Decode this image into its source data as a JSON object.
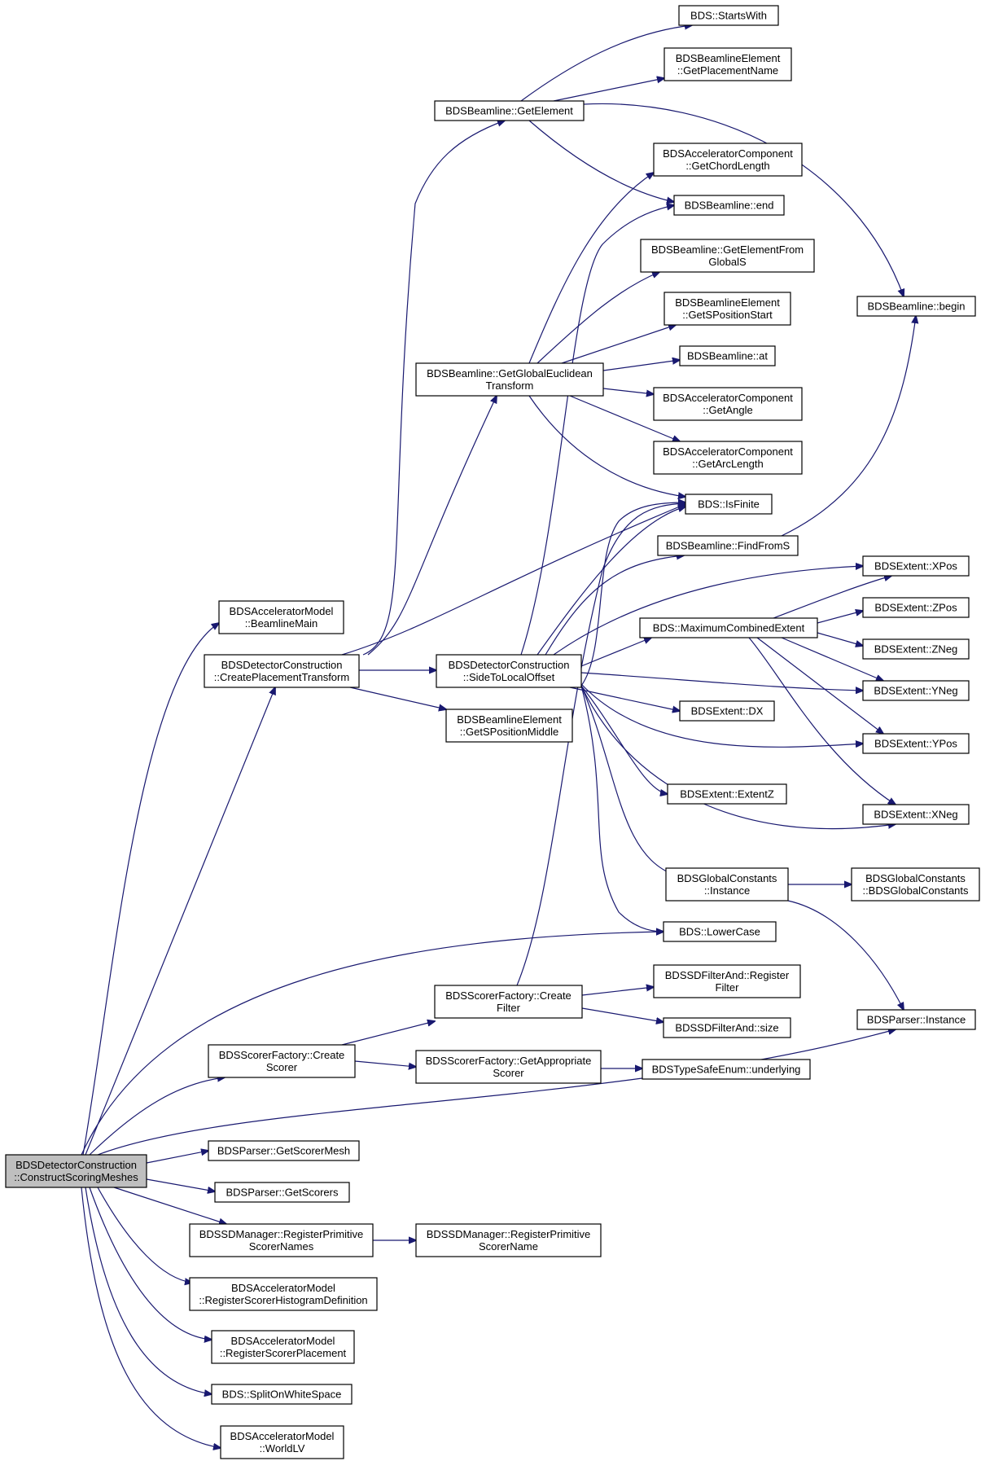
{
  "graph": {
    "colors": {
      "edge": "#191970",
      "node_border": "#000000",
      "root_fill": "#bfbfbf",
      "node_fill": "#ffffff"
    },
    "nodes": [
      {
        "id": "root",
        "lines": [
          "BDSDetectorConstruction",
          "::ConstructScoringMeshes"
        ],
        "root": true
      },
      {
        "id": "beamlineMain",
        "lines": [
          "BDSAcceleratorModel",
          "::BeamlineMain"
        ]
      },
      {
        "id": "createPlacement",
        "lines": [
          "BDSDetectorConstruction",
          "::CreatePlacementTransform"
        ]
      },
      {
        "id": "lowerCase",
        "lines": [
          "BDS::LowerCase"
        ]
      },
      {
        "id": "createScorer",
        "lines": [
          "BDSScorerFactory::Create",
          "Scorer"
        ]
      },
      {
        "id": "parserInstance",
        "lines": [
          "BDSParser::Instance"
        ]
      },
      {
        "id": "getScorerMesh",
        "lines": [
          "BDSParser::GetScorerMesh"
        ]
      },
      {
        "id": "getScorers",
        "lines": [
          "BDSParser::GetScorers"
        ]
      },
      {
        "id": "regPrimNames",
        "lines": [
          "BDSSDManager::RegisterPrimitive",
          "ScorerNames"
        ]
      },
      {
        "id": "regHistDef",
        "lines": [
          "BDSAcceleratorModel",
          "::RegisterScorerHistogramDefinition"
        ]
      },
      {
        "id": "regPlacement",
        "lines": [
          "BDSAcceleratorModel",
          "::RegisterScorerPlacement"
        ]
      },
      {
        "id": "splitWS",
        "lines": [
          "BDS::SplitOnWhiteSpace"
        ]
      },
      {
        "id": "worldLV",
        "lines": [
          "BDSAcceleratorModel",
          "::WorldLV"
        ]
      },
      {
        "id": "getElement",
        "lines": [
          "BDSBeamline::GetElement"
        ]
      },
      {
        "id": "getGlobalEuc",
        "lines": [
          "BDSBeamline::GetGlobalEuclidean",
          "Transform"
        ]
      },
      {
        "id": "isFinite",
        "lines": [
          "BDS::IsFinite"
        ]
      },
      {
        "id": "sideToLocal",
        "lines": [
          "BDSDetectorConstruction",
          "::SideToLocalOffset"
        ]
      },
      {
        "id": "getSPosMid",
        "lines": [
          "BDSBeamlineElement",
          "::GetSPositionMiddle"
        ]
      },
      {
        "id": "startsWith",
        "lines": [
          "BDS::StartsWith"
        ]
      },
      {
        "id": "getPlacementName",
        "lines": [
          "BDSBeamlineElement",
          "::GetPlacementName"
        ]
      },
      {
        "id": "blBegin",
        "lines": [
          "BDSBeamline::begin"
        ]
      },
      {
        "id": "blEnd",
        "lines": [
          "BDSBeamline::end"
        ]
      },
      {
        "id": "chordLen",
        "lines": [
          "BDSAcceleratorComponent",
          "::GetChordLength"
        ]
      },
      {
        "id": "elemFromS",
        "lines": [
          "BDSBeamline::GetElementFrom",
          "GlobalS"
        ]
      },
      {
        "id": "sPosStart",
        "lines": [
          "BDSBeamlineElement",
          "::GetSPositionStart"
        ]
      },
      {
        "id": "blAt",
        "lines": [
          "BDSBeamline::at"
        ]
      },
      {
        "id": "getAngle",
        "lines": [
          "BDSAcceleratorComponent",
          "::GetAngle"
        ]
      },
      {
        "id": "arcLen",
        "lines": [
          "BDSAcceleratorComponent",
          "::GetArcLength"
        ]
      },
      {
        "id": "findFromS",
        "lines": [
          "BDSBeamline::FindFromS"
        ]
      },
      {
        "id": "maxExtent",
        "lines": [
          "BDS::MaximumCombinedExtent"
        ]
      },
      {
        "id": "xPos",
        "lines": [
          "BDSExtent::XPos"
        ]
      },
      {
        "id": "zPos",
        "lines": [
          "BDSExtent::ZPos"
        ]
      },
      {
        "id": "zNeg",
        "lines": [
          "BDSExtent::ZNeg"
        ]
      },
      {
        "id": "yNeg",
        "lines": [
          "BDSExtent::YNeg"
        ]
      },
      {
        "id": "yPos",
        "lines": [
          "BDSExtent::YPos"
        ]
      },
      {
        "id": "xNeg",
        "lines": [
          "BDSExtent::XNeg"
        ]
      },
      {
        "id": "dx",
        "lines": [
          "BDSExtent::DX"
        ]
      },
      {
        "id": "extentZ",
        "lines": [
          "BDSExtent::ExtentZ"
        ]
      },
      {
        "id": "gcInstance",
        "lines": [
          "BDSGlobalConstants",
          "::Instance"
        ]
      },
      {
        "id": "gcCtor",
        "lines": [
          "BDSGlobalConstants",
          "::BDSGlobalConstants"
        ]
      },
      {
        "id": "createFilter",
        "lines": [
          "BDSScorerFactory::Create",
          "Filter"
        ]
      },
      {
        "id": "regFilter",
        "lines": [
          "BDSSDFilterAnd::Register",
          "Filter"
        ]
      },
      {
        "id": "filterSize",
        "lines": [
          "BDSSDFilterAnd::size"
        ]
      },
      {
        "id": "getApprScorer",
        "lines": [
          "BDSScorerFactory::GetAppropriate",
          "Scorer"
        ]
      },
      {
        "id": "underlying",
        "lines": [
          "BDSTypeSafeEnum::underlying"
        ]
      },
      {
        "id": "regPrimName",
        "lines": [
          "BDSSDManager::RegisterPrimitive",
          "ScorerName"
        ]
      }
    ]
  }
}
